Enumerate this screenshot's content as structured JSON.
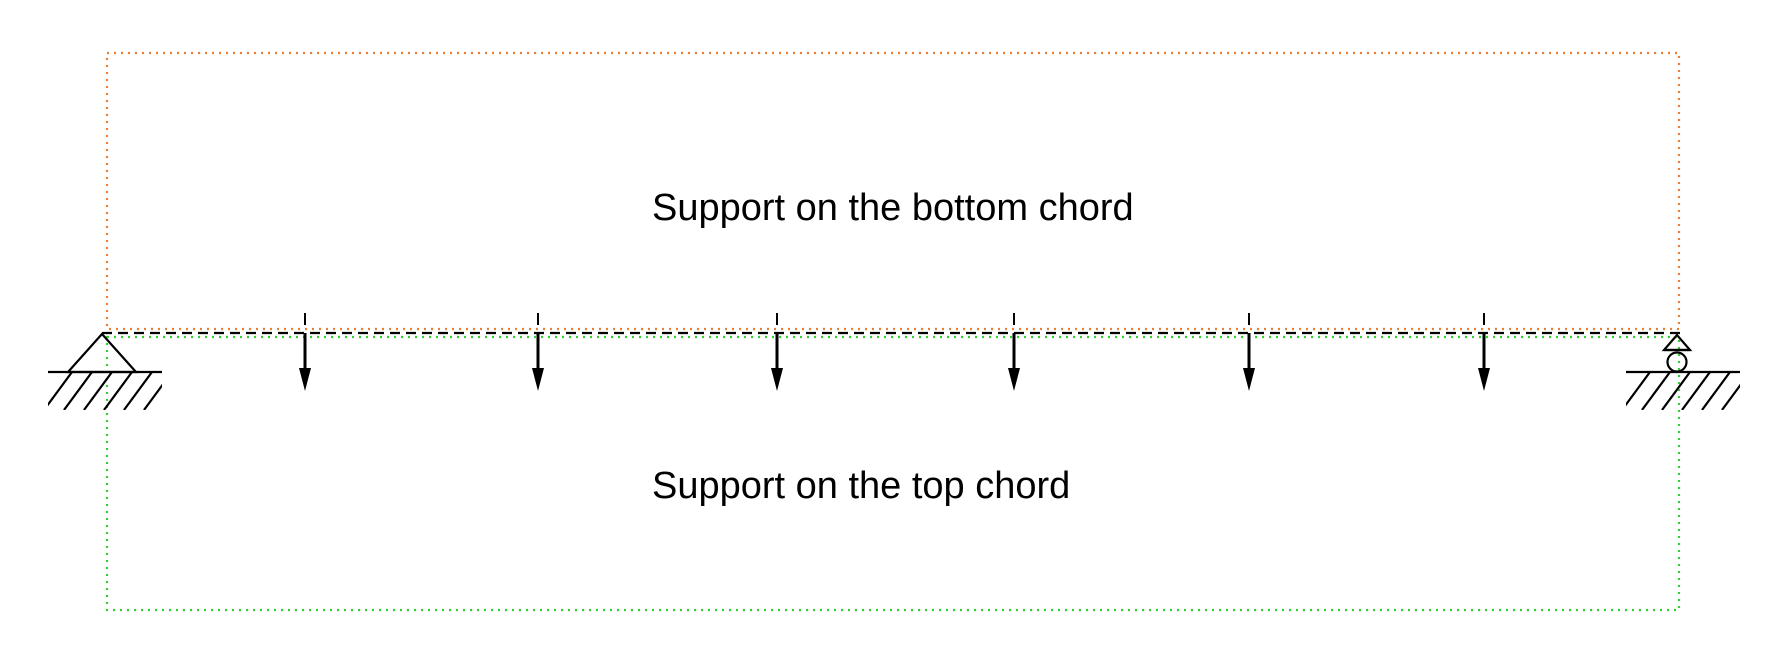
{
  "regions": {
    "bottom_chord": {
      "label": "Support on the bottom chord",
      "border_color": "#ed7d31"
    },
    "top_chord": {
      "label": "Support on the top chord",
      "border_color": "#33cc33"
    }
  },
  "beam": {
    "line_color": "#000000",
    "line_style": "dashed"
  },
  "supports": {
    "left": {
      "type": "pinned-support-icon"
    },
    "right": {
      "type": "roller-support-icon"
    }
  },
  "loads": {
    "count": 6,
    "direction": "down",
    "icon": "down-arrow-icon"
  }
}
